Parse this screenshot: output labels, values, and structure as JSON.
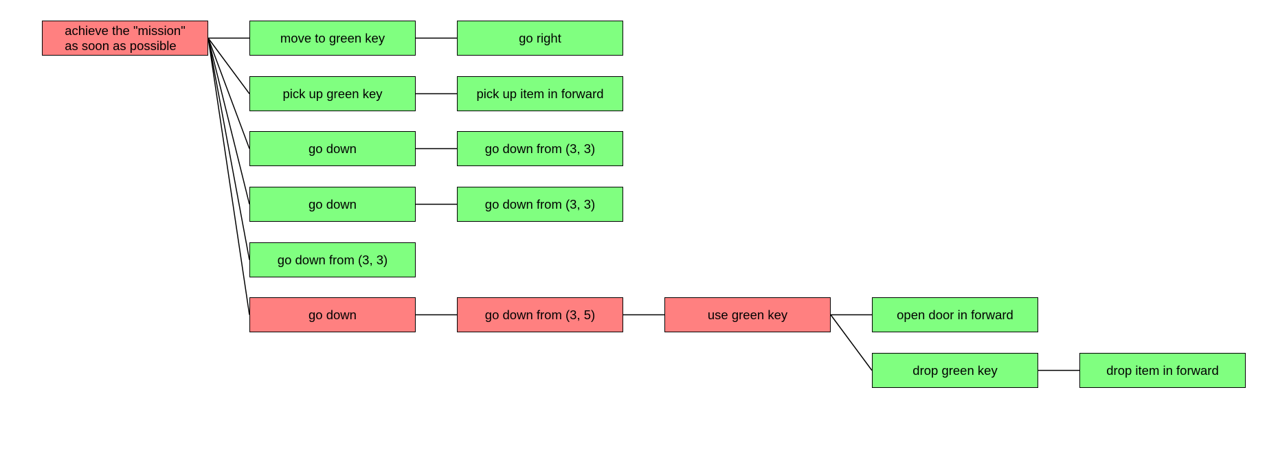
{
  "colors": {
    "succeeded": "#80ff80",
    "failed": "#ff8080",
    "edge": "#000000"
  },
  "nodes": [
    {
      "id": "root",
      "label": "achieve the \"mission\"\nas soon as possible",
      "status": "failed",
      "children": [
        "n1",
        "n2",
        "n3",
        "n4",
        "n5",
        "n6"
      ]
    },
    {
      "id": "n1",
      "label": "move to green key",
      "status": "succeeded",
      "children": [
        "n1a"
      ]
    },
    {
      "id": "n1a",
      "label": "go right",
      "status": "succeeded",
      "children": []
    },
    {
      "id": "n2",
      "label": "pick up green key",
      "status": "succeeded",
      "children": [
        "n2a"
      ]
    },
    {
      "id": "n2a",
      "label": "pick up item in forward",
      "status": "succeeded",
      "children": []
    },
    {
      "id": "n3",
      "label": "go down",
      "status": "succeeded",
      "children": [
        "n3a"
      ]
    },
    {
      "id": "n3a",
      "label": "go down from (3, 3)",
      "status": "succeeded",
      "children": []
    },
    {
      "id": "n4",
      "label": "go down",
      "status": "succeeded",
      "children": [
        "n4a"
      ]
    },
    {
      "id": "n4a",
      "label": "go down from (3, 3)",
      "status": "succeeded",
      "children": []
    },
    {
      "id": "n5",
      "label": "go down from (3, 3)",
      "status": "succeeded",
      "children": []
    },
    {
      "id": "n6",
      "label": "go down",
      "status": "failed",
      "children": [
        "n6a"
      ]
    },
    {
      "id": "n6a",
      "label": "go down from (3, 5)",
      "status": "failed",
      "children": [
        "n6b"
      ]
    },
    {
      "id": "n6b",
      "label": "use green key",
      "status": "failed",
      "children": [
        "n6c",
        "n6d"
      ]
    },
    {
      "id": "n6c",
      "label": "open door in forward",
      "status": "succeeded",
      "children": []
    },
    {
      "id": "n6d",
      "label": "drop green key",
      "status": "succeeded",
      "children": [
        "n6e"
      ]
    },
    {
      "id": "n6e",
      "label": "drop item in forward",
      "status": "succeeded",
      "children": []
    }
  ]
}
